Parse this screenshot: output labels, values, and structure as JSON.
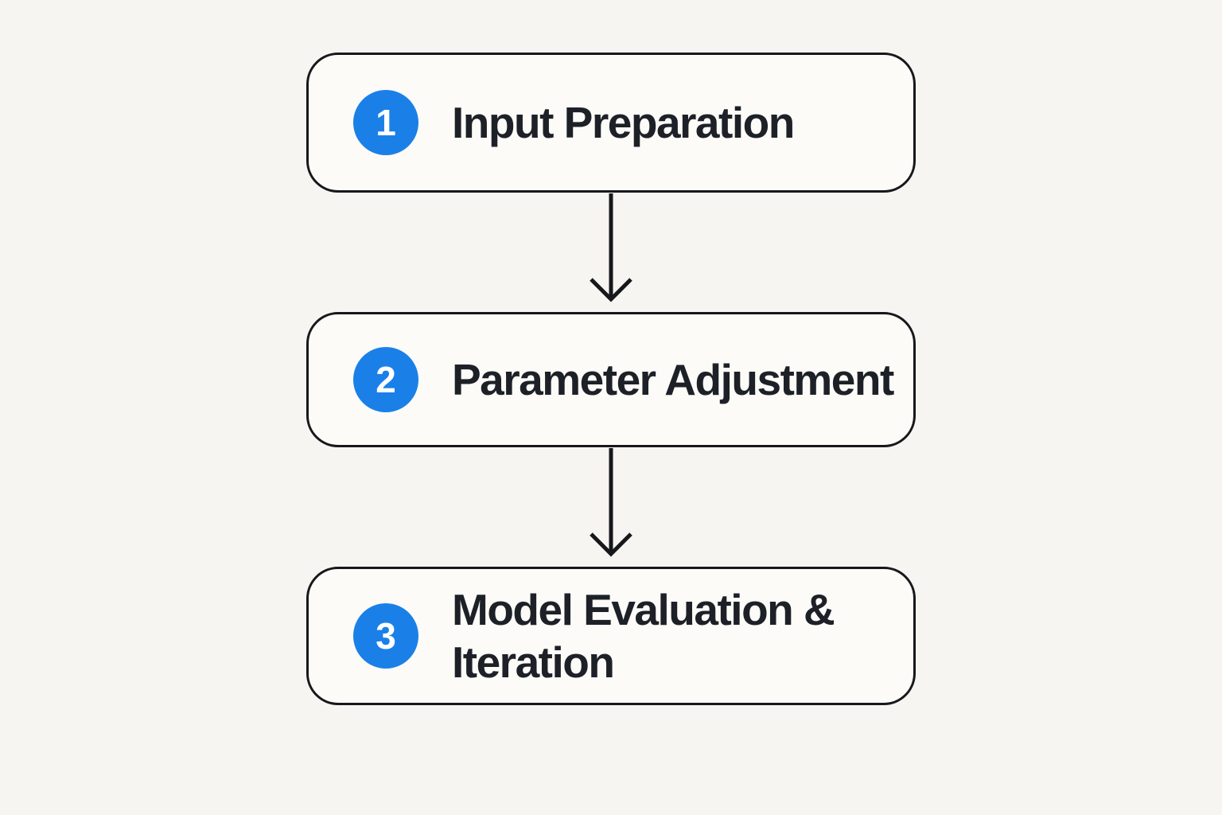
{
  "diagram": {
    "type": "flowchart",
    "orientation": "vertical",
    "steps": [
      {
        "number": "1",
        "label": "Input Preparation"
      },
      {
        "number": "2",
        "label": "Parameter Adjustment"
      },
      {
        "number": "3",
        "label": "Model Evaluation & Iteration"
      }
    ],
    "connections": [
      {
        "from": "Input Preparation",
        "to": "Parameter Adjustment",
        "style": "arrow-down"
      },
      {
        "from": "Parameter Adjustment",
        "to": "Model Evaluation & Iteration",
        "style": "arrow-down"
      }
    ],
    "colors": {
      "bg": "#f7f5f1",
      "box_fill": "#fcfbf8",
      "border": "#16181c",
      "accent": "#1a80e8",
      "text": "#1d2127",
      "circle_text": "#ffffff"
    }
  }
}
